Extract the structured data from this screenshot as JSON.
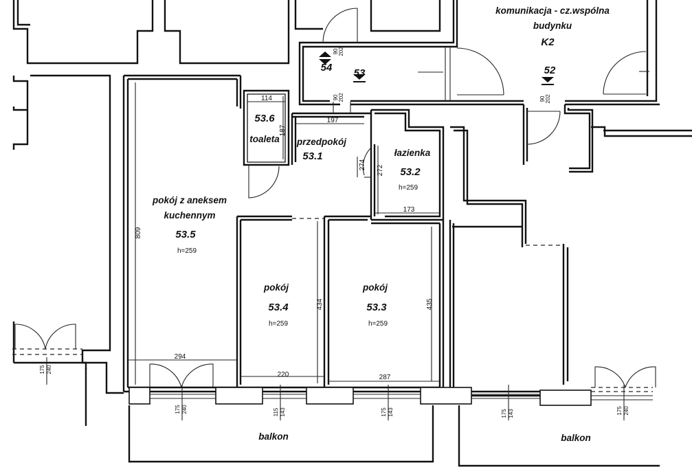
{
  "rooms": {
    "komunikacja": {
      "line1": "komunikacja - cz.wspólna",
      "line2": "budynku",
      "code": "K2"
    },
    "r54": {
      "code": "54"
    },
    "r53": {
      "code": "53"
    },
    "r52": {
      "code": "52"
    },
    "toaleta": {
      "code": "53.6",
      "name": "toaleta"
    },
    "przedpokoj": {
      "name": "przedpokój",
      "code": "53.1"
    },
    "lazienka": {
      "name": "łazienka",
      "code": "53.2",
      "height": "h=259"
    },
    "pokoj_aneks": {
      "line1": "pokój z aneksem",
      "line2": "kuchennym",
      "code": "53.5",
      "height": "h=259"
    },
    "pokoj_534": {
      "name": "pokój",
      "code": "53.4",
      "height": "h=259"
    },
    "pokoj_533": {
      "name": "pokój",
      "code": "53.3",
      "height": "h=259"
    },
    "balkon_1": {
      "name": "balkon"
    },
    "balkon_2": {
      "name": "balkon"
    }
  },
  "dimensions": {
    "d114": "114",
    "d187": "187",
    "d197": "197",
    "d274": "274",
    "d272": "272",
    "d173": "173",
    "d809": "809",
    "d294": "294",
    "d220": "220",
    "d287": "287",
    "d434": "434",
    "d435": "435"
  },
  "openings": {
    "o1_top": "175",
    "o1_bot": "240",
    "o2_top": "175",
    "o2_bot": "240",
    "o3_top": "115",
    "o3_bot": "143",
    "o4_top": "175",
    "o4_bot": "143",
    "o5_top": "175",
    "o5_bot": "143",
    "o6_top": "175",
    "o6_bot": "240",
    "door1_top": "90",
    "door1_bot": "202",
    "door2_top": "90",
    "door2_bot": "202",
    "door3_top": "90",
    "door3_bot": "202"
  }
}
